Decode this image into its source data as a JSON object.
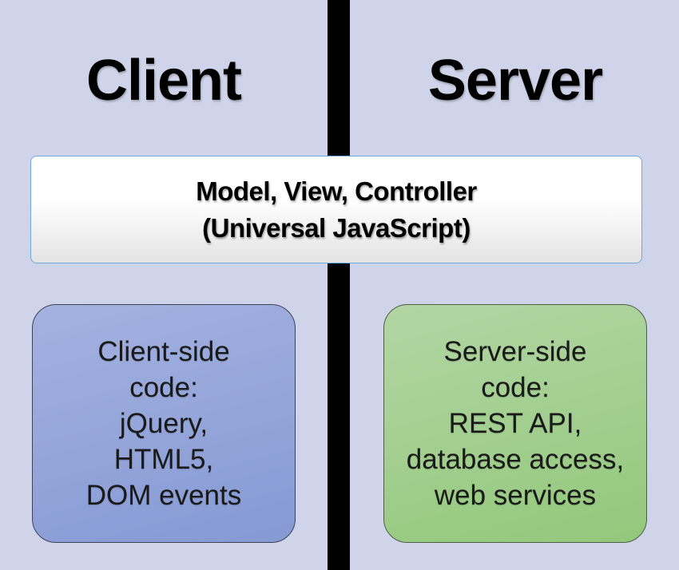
{
  "diagram": {
    "left_column_title": "Client",
    "right_column_title": "Server",
    "mvc_box": {
      "line1": "Model, View, Controller",
      "line2": "(Universal JavaScript)"
    },
    "client_box": {
      "lines": [
        "Client-side",
        "code:",
        "jQuery,",
        "HTML5,",
        "DOM events"
      ]
    },
    "server_box": {
      "lines": [
        "Server-side",
        "code:",
        "REST API,",
        "database access,",
        "web services"
      ]
    }
  },
  "colors": {
    "bg": "#cfd4ea",
    "divider": "#000000",
    "mvc-border": "#6fa8dc",
    "mvc-top": "#ffffff",
    "mvc-bottom": "#e3e3e3",
    "client-top": "#a4b2e0",
    "client-bottom": "#8599d4",
    "client-border": "#3d4456",
    "server-top": "#b2d6a4",
    "server-bottom": "#93c87b",
    "server-border": "#4f5e44",
    "heading": "#000000",
    "boxtext": "#1a1a1a"
  }
}
